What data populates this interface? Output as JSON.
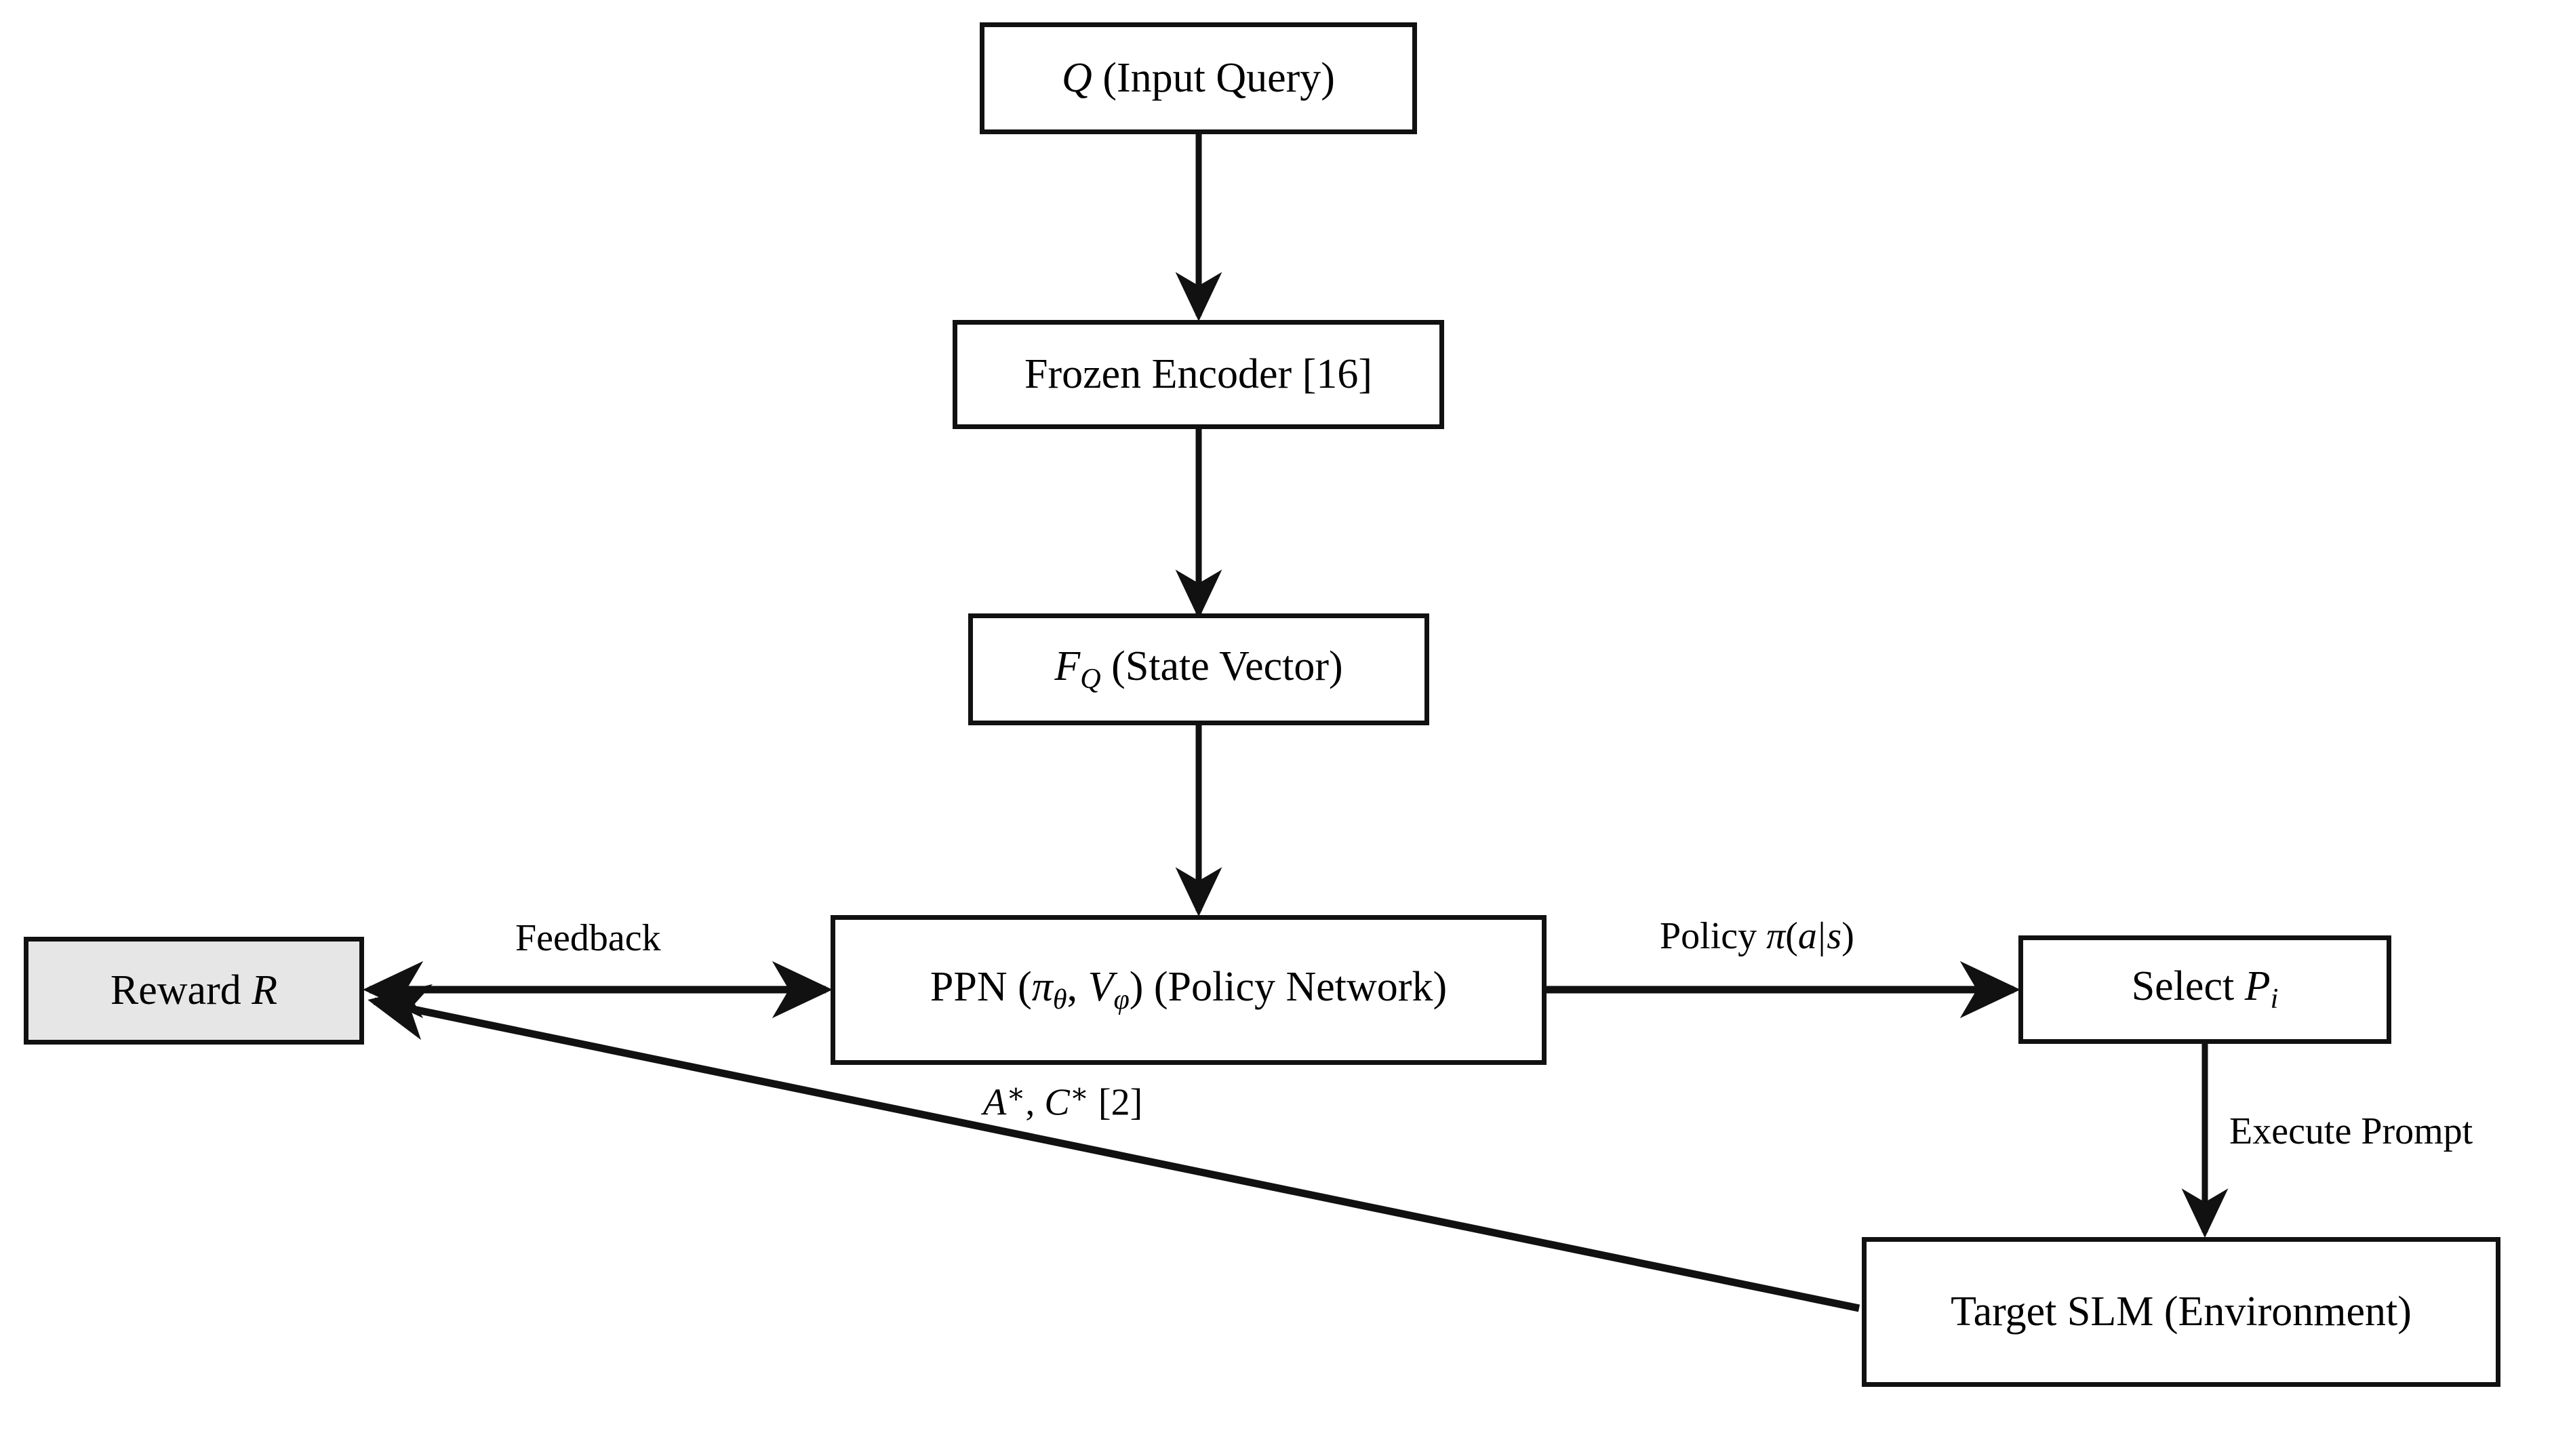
{
  "diagram": {
    "title": "PPN reinforcement learning prompt-selection pipeline",
    "background_color": "#ffffff",
    "stroke_color": "#111111",
    "filled_node_color": "#e6e6e6",
    "nodes": [
      {
        "id": "input-query",
        "text": "Q (Input Query)",
        "math_symbol": "Q",
        "plain": " (Input Query)",
        "filled": false
      },
      {
        "id": "frozen-encoder",
        "text": "Frozen Encoder [16]",
        "filled": false
      },
      {
        "id": "state-vector",
        "text": "F_Q (State Vector)",
        "math_symbol": "F",
        "math_subscript": "Q",
        "plain": " (State Vector)",
        "filled": false
      },
      {
        "id": "policy-network",
        "text": "PPN (πθ, Vφ) (Policy Network)",
        "prefix": "PPN (",
        "pi": "π",
        "pi_sub": "θ",
        "comma": ", ",
        "v": "V",
        "v_sub": "φ",
        "suffix": ") (Policy Network)",
        "filled": false
      },
      {
        "id": "reward",
        "text": "Reward R",
        "plain": "Reward ",
        "math_symbol": "R",
        "filled": true
      },
      {
        "id": "select-prompt",
        "text": "Select P_i",
        "plain": "Select ",
        "math_symbol": "P",
        "math_subscript": "i",
        "filled": false
      },
      {
        "id": "target-slm",
        "text": "Target SLM (Environment)",
        "filled": false
      }
    ],
    "edge_labels": [
      {
        "id": "feedback",
        "text": "Feedback"
      },
      {
        "id": "policy",
        "text": "Policy π(a|s)",
        "plain": "Policy ",
        "pi": "π",
        "open": "(",
        "a": "a",
        "bar": "|",
        "s": "s",
        "close": ")"
      },
      {
        "id": "advantage",
        "text": "A*, C* [2]",
        "a": "A",
        "star1": "∗",
        "comma": ", ",
        "c": "C",
        "star2": "∗",
        "ref": " [2]"
      },
      {
        "id": "execute-prompt",
        "text": "Execute Prompt"
      }
    ]
  }
}
